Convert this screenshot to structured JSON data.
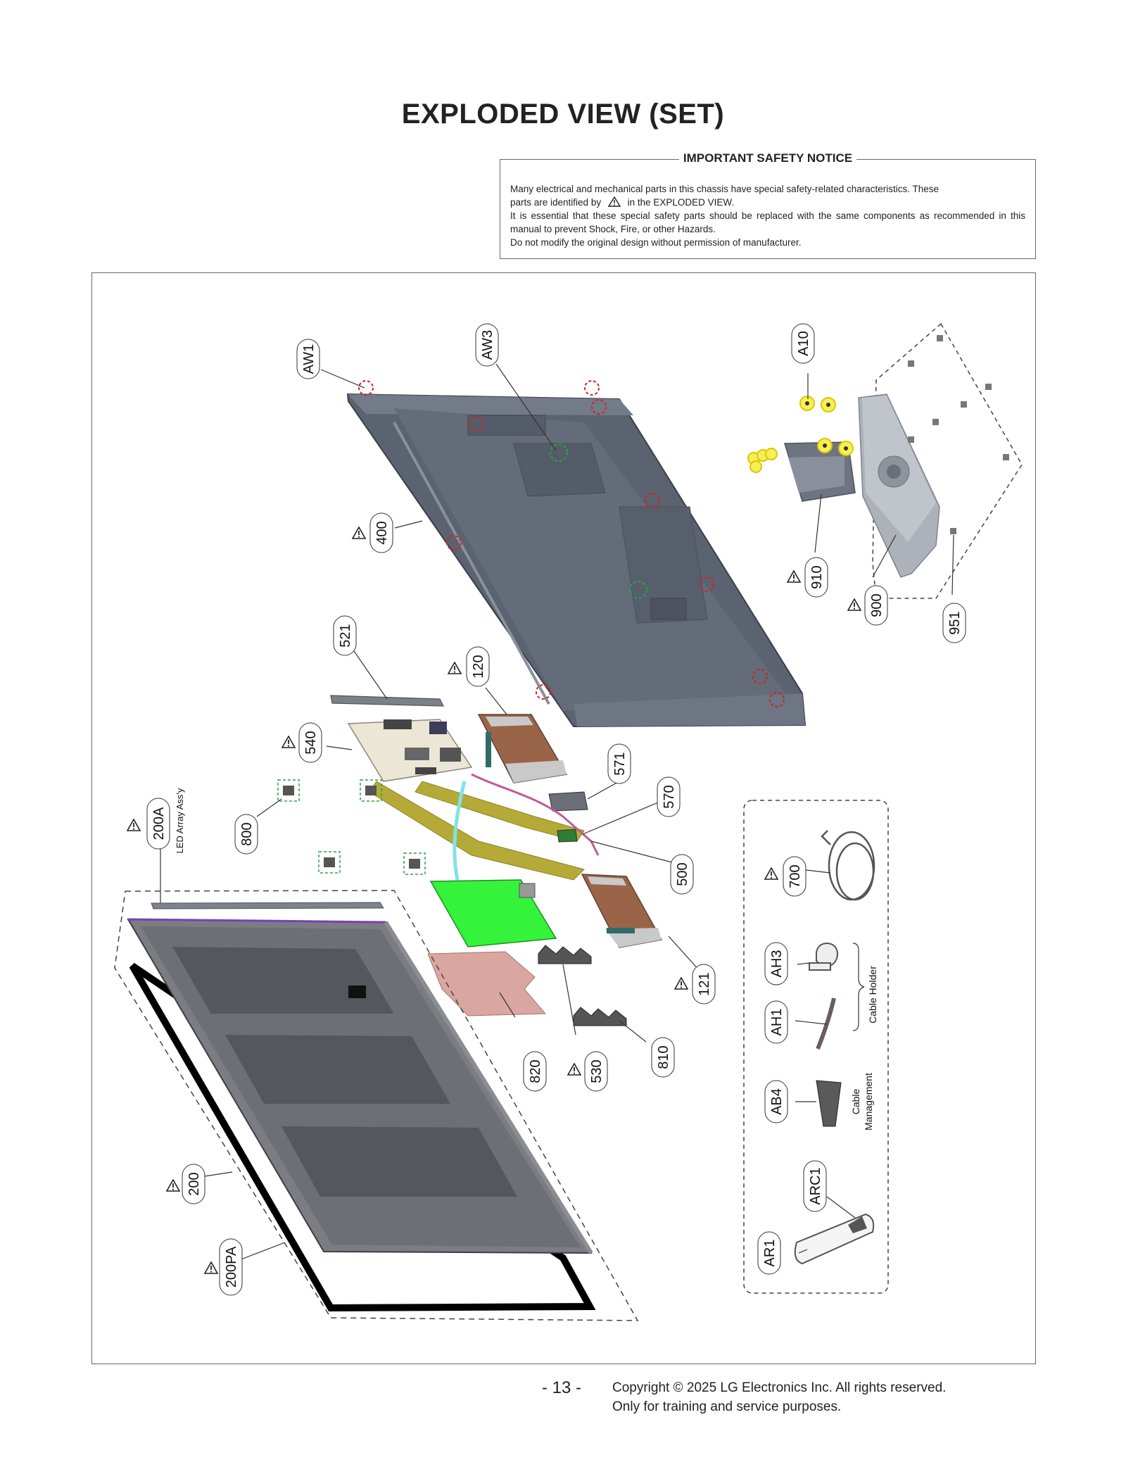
{
  "page_title": "EXPLODED VIEW (SET)",
  "notice": {
    "heading": "IMPORTANT SAFETY NOTICE",
    "line1a": "Many electrical and mechanical parts in this chassis have special safety-related characteristics. These",
    "line1b_pre": "parts are identified by",
    "line1b_post": "in the EXPLODED VIEW.",
    "line2": "It is essential that these special safety parts should be replaced with the same components as recommended in this manual to prevent Shock, Fire, or other Hazards.",
    "line3": "Do not modify the original design without permission of manufacturer."
  },
  "labels": {
    "aw1": "AW1",
    "aw3": "AW3",
    "a10": "A10",
    "l400": "400",
    "l910": "910",
    "l900": "900",
    "l951": "951",
    "l521": "521",
    "l120": "120",
    "l540": "540",
    "l571": "571",
    "l570": "570",
    "l500": "500",
    "l800": "800",
    "l200a": "200A",
    "led": "LED Array Ass'y",
    "l700": "700",
    "ah3": "AH3",
    "ah1": "AH1",
    "cable_holder": "Cable Holder",
    "ab4": "AB4",
    "cable_mgmt_1": "Cable",
    "cable_mgmt_2": "Management",
    "l121": "121",
    "l820": "820",
    "l530": "530",
    "l810": "810",
    "l200": "200",
    "arc1": "ARC1",
    "ar1": "AR1",
    "l200pa": "200PA"
  },
  "footer": {
    "page_number": "- 13 -",
    "copyright": "Copyright © 2025 LG Electronics Inc. All rights reserved.",
    "training": "Only for training and service purposes."
  },
  "colors": {
    "back_cover": "#5e6470",
    "main_board": "#f0eadc",
    "power_board": "#35f23a",
    "insulator": "#d9a79f",
    "flex_cable": "#b1a632",
    "screw_red": "#d42020",
    "screw_yellow": "#f2e600",
    "screw_green": "#22a844"
  }
}
